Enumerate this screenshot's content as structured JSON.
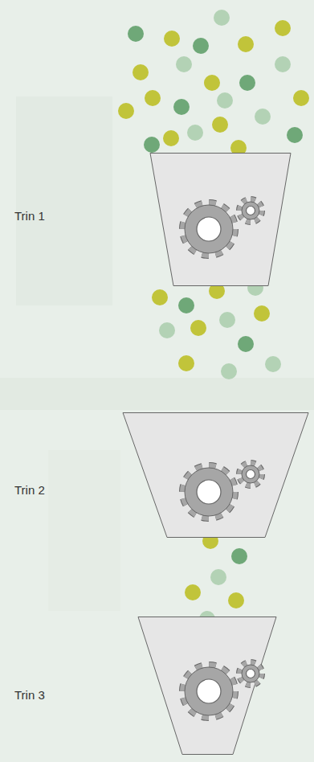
{
  "diagram": {
    "nodes": [
      {
        "text": [
          "Trin 1"
        ]
      },
      {
        "text": [
          "Trin 2"
        ]
      },
      {
        "text": [
          "Trin 3"
        ]
      }
    ]
  }
}
